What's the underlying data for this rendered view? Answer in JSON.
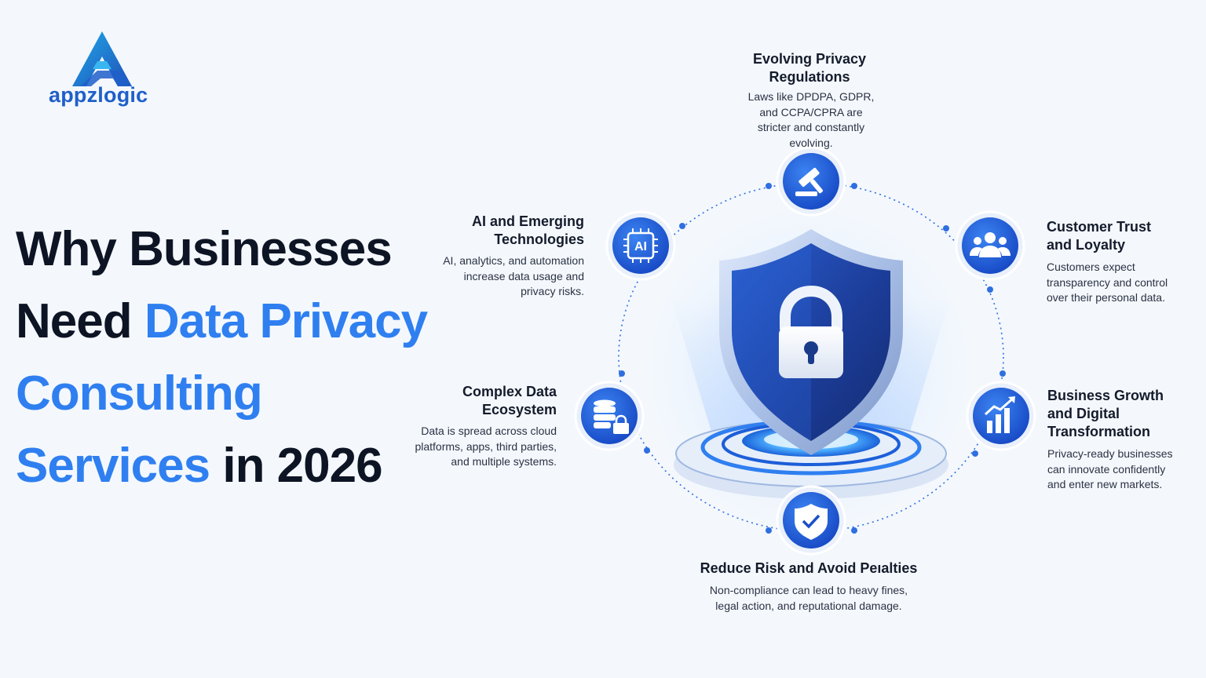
{
  "brand": {
    "name": "appzlogic",
    "colors": {
      "primary_blue": "#1f5fc9",
      "accent_blue": "#2f7ff0",
      "dark_navy": "#0d1424",
      "icon_blue": "#1e5fd8",
      "shield_navy": "#1b3a8c"
    }
  },
  "headline": {
    "part1": "Why Businesses",
    "part2": "Need ",
    "part3": "Data Privacy",
    "part4": "Consulting",
    "part5": "Services",
    "part6": " in 2026"
  },
  "items": {
    "regulations": {
      "icon": "gavel-icon",
      "title_line1": "Evolving Privacy",
      "title_line2": "Regulations",
      "desc_line1": "Laws like DPDPA, GDPR,",
      "desc_line2": "and CCPA/CPRA are",
      "desc_line3": "stricter and constantly",
      "desc_line4": "evolving."
    },
    "ai": {
      "icon": "ai-chip-icon",
      "icon_label": "AI",
      "title_line1": "AI and Emerging",
      "title_line2": "Technologies",
      "desc_line1": "AI, analytics, and automation",
      "desc_line2": "increase data usage and",
      "desc_line3": "privacy risks."
    },
    "trust": {
      "icon": "users-icon",
      "title_line1": "Customer Trust",
      "title_line2": "and Loyalty",
      "desc_line1": "Customers expect",
      "desc_line2": "transparency and control",
      "desc_line3": "over their personal data."
    },
    "ecosystem": {
      "icon": "database-lock-icon",
      "title_line1": "Complex Data",
      "title_line2": "Ecosystem",
      "desc_line1": "Data is spread across cloud",
      "desc_line2": "platforms, apps, third parties,",
      "desc_line3": "and multiple systems."
    },
    "growth": {
      "icon": "growth-chart-icon",
      "title_line1": "Business Growth",
      "title_line2": "and Digital",
      "title_line3": "Transformation",
      "desc_line1": "Privacy-ready businesses",
      "desc_line2": "can innovate confidently",
      "desc_line3": "and enter new markets."
    },
    "risk": {
      "icon": "shield-check-icon",
      "title_line1": "Reduce Risk and Avoid Peıalties",
      "desc_line1": "Non-compliance can lead to heavy fines,",
      "desc_line2": "legal action, and reputational damage."
    }
  }
}
